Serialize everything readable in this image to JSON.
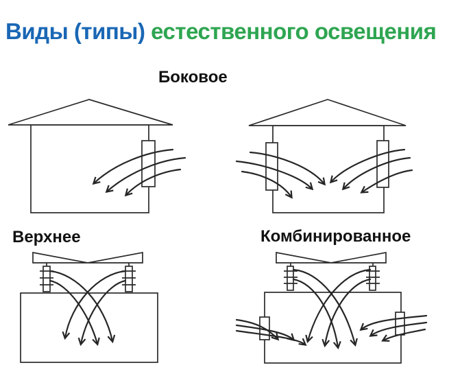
{
  "title": {
    "text_blue": "Виды (типы)",
    "text_green": "естественного освещения"
  },
  "colors": {
    "title_blue": "#1a67b5",
    "title_green": "#2ea551",
    "diagram_line": "#2a2a2a",
    "label_text": "#111111",
    "background": "#ffffff"
  },
  "labels": {
    "side": "Боковое",
    "top": "Верхнее",
    "combined": "Комбинированное"
  },
  "diagrams": {
    "side_one_sided": "house-with-right-wall-window-and-three-incoming-light-arrows",
    "side_two_sided": "house-with-two-wall-windows-and-six-incoming-light-arrows",
    "top_lighting": "building-with-roof-skylights-and-four-downward-light-arrows",
    "combined_lighting": "building-with-roof-skylights-plus-wall-windows-and-ten-light-arrows"
  }
}
